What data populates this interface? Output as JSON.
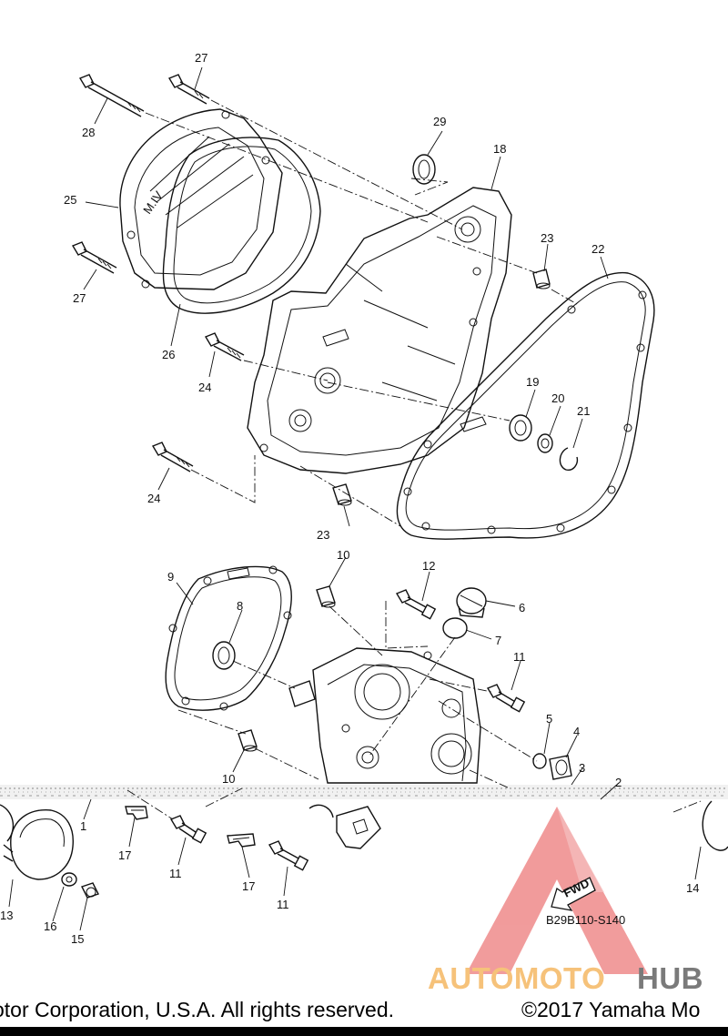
{
  "callouts": {
    "c1": "1",
    "c2": "2",
    "c3": "3",
    "c4": "4",
    "c5": "5",
    "c6": "6",
    "c7": "7",
    "c8": "8",
    "c9": "9",
    "c10a": "10",
    "c10b": "10",
    "c11a": "11",
    "c11b": "11",
    "c11c": "11",
    "c12": "12",
    "c13": "13",
    "c14": "14",
    "c15": "15",
    "c16": "16",
    "c17a": "17",
    "c17b": "17",
    "c18": "18",
    "c19": "19",
    "c20": "20",
    "c21": "21",
    "c22": "22",
    "c23a": "23",
    "c23b": "23",
    "c24a": "24",
    "c24b": "24",
    "c25": "25",
    "c26": "26",
    "c27a": "27",
    "c27b": "27",
    "c28": "28",
    "c29": "29"
  },
  "fwd_label": "FWD",
  "diagram_code": "B29B110-S140",
  "watermark": {
    "part_a": "AUTOMOTO",
    "part_b": "HUB",
    "color_a": "#f6c27a",
    "color_b": "#7a7a7a",
    "triangle_color": "#e85a5a"
  },
  "footer": {
    "left_text": "otor Corporation, U.S.A. All rights reserved.",
    "right_text": "©2017 Yamaha Mo"
  }
}
